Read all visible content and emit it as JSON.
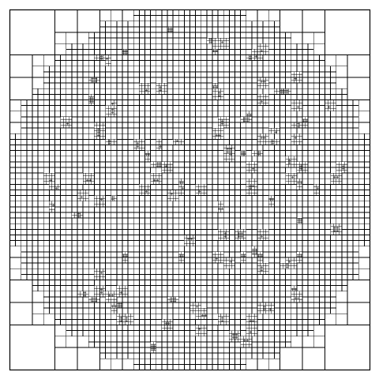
{
  "figure": {
    "kind": "adaptive quadtree mesh",
    "domain_shape": "square",
    "refined_region": "disk",
    "levels": {
      "coarse": 3,
      "base": 6,
      "fine": 7,
      "finest": 8
    },
    "refined_spots_count": 120,
    "line_color": "#000000",
    "background_color": "#ffffff"
  }
}
